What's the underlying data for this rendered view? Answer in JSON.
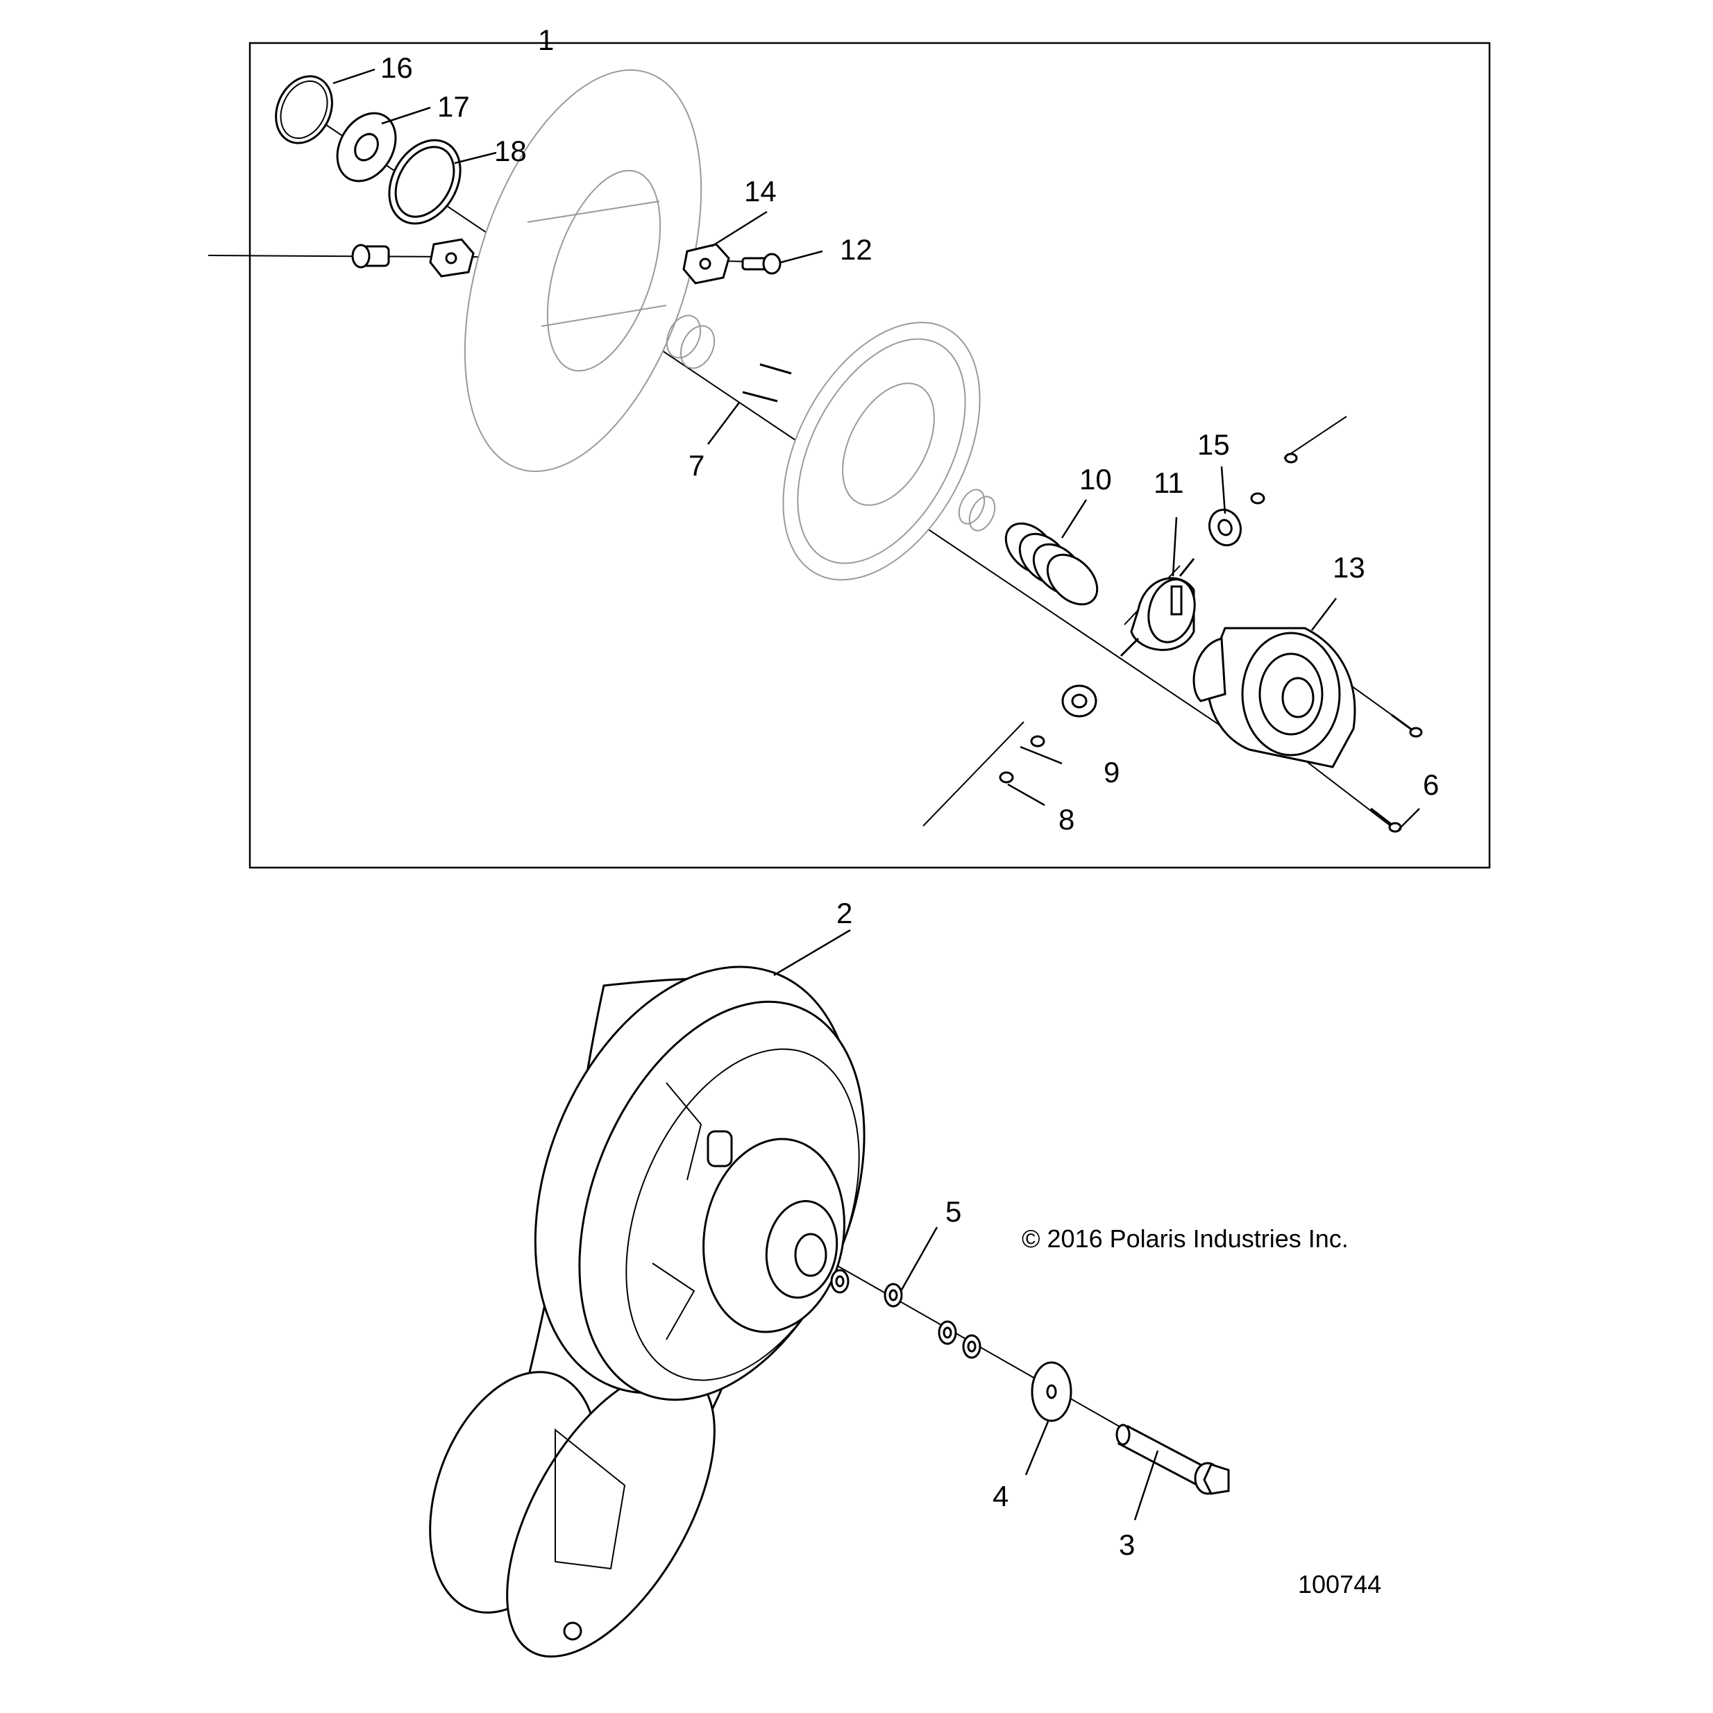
{
  "callouts": {
    "c1": "1",
    "c2": "2",
    "c3": "3",
    "c4": "4",
    "c5": "5",
    "c6": "6",
    "c7": "7",
    "c8": "8",
    "c9": "9",
    "c10": "10",
    "c11": "11",
    "c12": "12",
    "c13": "13",
    "c14": "14",
    "c15": "15",
    "c16": "16",
    "c17": "17",
    "c18": "18"
  },
  "copyright": "© 2016 Polaris Industries Inc.",
  "figure_id": "100744"
}
